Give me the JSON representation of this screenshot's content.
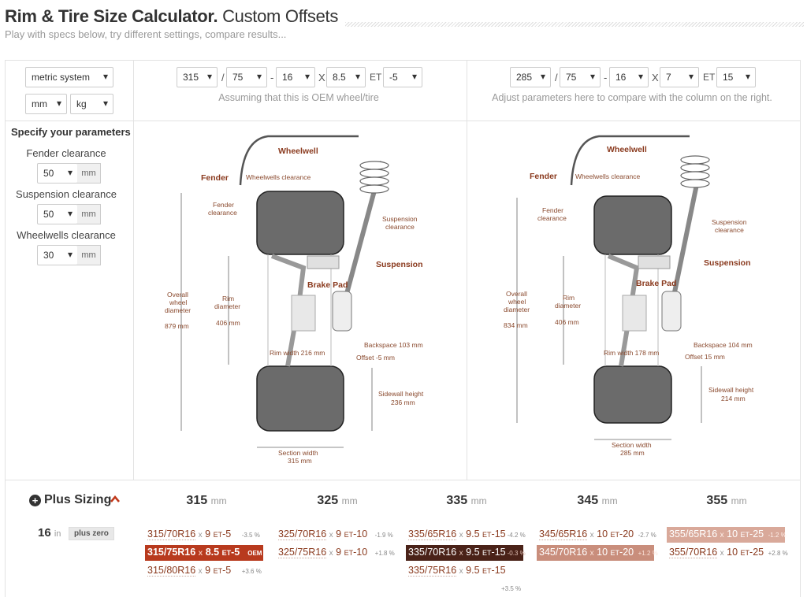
{
  "header": {
    "title_bold": "Rim & Tire Size Calculator.",
    "title_rest": " Custom Offsets",
    "subtitle": "Play with specs below, try different settings, compare results..."
  },
  "settings": {
    "system": "metric system",
    "length_unit": "mm",
    "weight_unit": "kg"
  },
  "oem": {
    "width": "315",
    "aspect": "75",
    "rim": "16",
    "rim_width": "8.5",
    "et": "-5",
    "sep_slash": "/",
    "sep_dash": "-",
    "sep_x": "X",
    "et_label": "ET",
    "hint": "Assuming that this is OEM wheel/tire"
  },
  "compare": {
    "width": "285",
    "aspect": "75",
    "rim": "16",
    "rim_width": "7",
    "et": "15",
    "hint": "Adjust parameters here to compare with the column on the right."
  },
  "params": {
    "title": "Specify your parameters",
    "items": [
      {
        "label": "Fender clearance",
        "value": "50",
        "unit": "mm"
      },
      {
        "label": "Suspension clearance",
        "value": "50",
        "unit": "mm"
      },
      {
        "label": "Wheelwells clearance",
        "value": "30",
        "unit": "mm"
      }
    ]
  },
  "diagram_labels": {
    "wheelwell": "Wheelwell",
    "fender": "Fender",
    "wheelwells_clearance": "Wheelwells clearance",
    "fender_clearance_1": "Fender",
    "fender_clearance_2": "clearance",
    "suspension_clearance_1": "Suspension",
    "suspension_clearance_2": "clearance",
    "suspension": "Suspension",
    "brake_pad": "Brake Pad",
    "overall_1": "Overall",
    "overall_2": "wheel",
    "overall_3": "diameter",
    "rim_1": "Rim",
    "rim_2": "diameter",
    "sidewall_1": "Sidewall height",
    "section_1": "Section width"
  },
  "diagram_left": {
    "overall": "879 mm",
    "rim": "406 mm",
    "backspace": "Backspace 103 mm",
    "offset": "Offset -5 mm",
    "rim_width": "Rim width 216 mm",
    "sidewall": "236 mm",
    "section": "315 mm"
  },
  "diagram_right": {
    "overall": "834 mm",
    "rim": "406 mm",
    "backspace": "Backspace 104 mm",
    "offset": "Offset 15 mm",
    "rim_width": "Rim width 178 mm",
    "sidewall": "214 mm",
    "section": "285 mm"
  },
  "plus_sizing": {
    "title": "Plus Sizing",
    "columns": [
      {
        "value": "315",
        "unit": "mm"
      },
      {
        "value": "325",
        "unit": "mm"
      },
      {
        "value": "335",
        "unit": "mm"
      },
      {
        "value": "345",
        "unit": "mm"
      },
      {
        "value": "355",
        "unit": "mm"
      }
    ],
    "rim": {
      "value": "16",
      "unit": "in",
      "badge": "plus zero"
    },
    "cells": [
      {
        "tire": "315/70R16",
        "x": "x",
        "rw": "9",
        "et": "ET",
        "off": "-5",
        "pct": "-3.5 %"
      },
      {
        "tire": "315/75R16",
        "x": "x",
        "rw": "8.5",
        "et": "ET",
        "off": "-5",
        "tag": "OEM"
      },
      {
        "tire": "315/80R16",
        "x": "x",
        "rw": "9",
        "et": "ET",
        "off": "-5",
        "pct": "+3.6 %"
      },
      {
        "tire": "325/70R16",
        "x": "x",
        "rw": "9",
        "et": "ET",
        "off": "-10",
        "pct": "-1.9 %"
      },
      {
        "tire": "325/75R16",
        "x": "x",
        "rw": "9",
        "et": "ET",
        "off": "-10",
        "pct": "+1.8 %"
      },
      {
        "tire": "335/65R16",
        "x": "x",
        "rw": "9.5",
        "et": "ET",
        "off": "-15",
        "pct": "-4.2 %"
      },
      {
        "tire": "335/70R16",
        "x": "x",
        "rw": "9.5",
        "et": "ET",
        "off": "-15",
        "pct": "-0.3 %"
      },
      {
        "tire": "335/75R16",
        "x": "x",
        "rw": "9.5",
        "et": "ET",
        "off": "-15",
        "pct": "+3.5 %"
      },
      {
        "tire": "345/65R16",
        "x": "x",
        "rw": "10",
        "et": "ET",
        "off": "-20",
        "pct": "-2.7 %"
      },
      {
        "tire": "345/70R16",
        "x": "x",
        "rw": "10",
        "et": "ET",
        "off": "-20",
        "pct": "+1.2 %"
      },
      {
        "tire": "355/65R16",
        "x": "x",
        "rw": "10",
        "et": "ET",
        "off": "-25",
        "pct": "-1.2 %"
      },
      {
        "tire": "355/70R16",
        "x": "x",
        "rw": "10",
        "et": "ET",
        "off": "-25",
        "pct": "+2.8 %"
      }
    ]
  },
  "colors": {
    "accent": "#b83a1e",
    "dark": "#4a2218",
    "label": "#8a3a1e",
    "tire": "#6b6b6b"
  },
  "icons": {
    "plus": "plus-circle-icon",
    "collapse": "chevron-up-icon"
  }
}
